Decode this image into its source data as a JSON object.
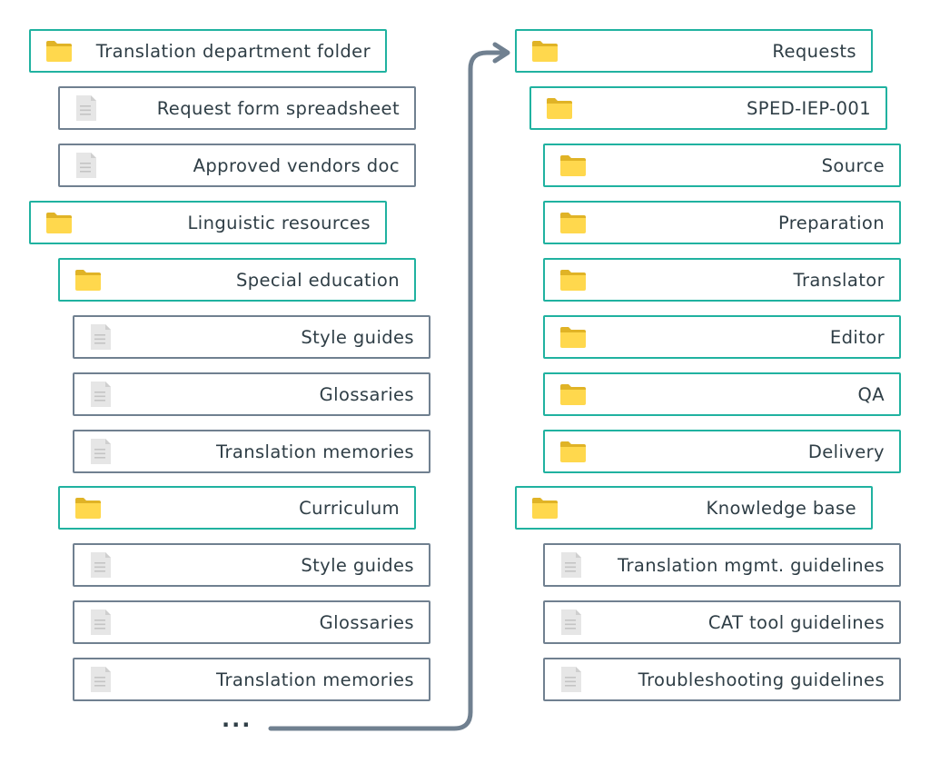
{
  "left_column": [
    {
      "label": "Translation department folder",
      "kind": "folder"
    },
    {
      "label": "Request form spreadsheet",
      "kind": "file"
    },
    {
      "label": "Approved vendors doc",
      "kind": "file"
    },
    {
      "label": "Linguistic resources",
      "kind": "folder"
    },
    {
      "label": "Special education",
      "kind": "folder"
    },
    {
      "label": "Style guides",
      "kind": "file"
    },
    {
      "label": "Glossaries",
      "kind": "file"
    },
    {
      "label": "Translation memories",
      "kind": "file"
    },
    {
      "label": "Curriculum",
      "kind": "folder"
    },
    {
      "label": "Style guides",
      "kind": "file"
    },
    {
      "label": "Glossaries",
      "kind": "file"
    },
    {
      "label": "Translation memories",
      "kind": "file"
    }
  ],
  "ellipsis": "...",
  "right_column": [
    {
      "label": "Requests",
      "kind": "folder"
    },
    {
      "label": "SPED-IEP-001",
      "kind": "folder"
    },
    {
      "label": "Source",
      "kind": "folder"
    },
    {
      "label": "Preparation",
      "kind": "folder"
    },
    {
      "label": "Translator",
      "kind": "folder"
    },
    {
      "label": "Editor",
      "kind": "folder"
    },
    {
      "label": "QA",
      "kind": "folder"
    },
    {
      "label": "Delivery",
      "kind": "folder"
    },
    {
      "label": "Knowledge base",
      "kind": "folder"
    },
    {
      "label": "Translation mgmt. guidelines",
      "kind": "file"
    },
    {
      "label": "CAT tool guidelines",
      "kind": "file"
    },
    {
      "label": "Troubleshooting guidelines",
      "kind": "file"
    }
  ],
  "colors": {
    "folder_border": "#20b2a0",
    "file_border": "#708090",
    "folder_icon": "#ffd84d",
    "file_icon": "#e6e6e6",
    "text": "#2f3e46",
    "connector": "#708090"
  }
}
